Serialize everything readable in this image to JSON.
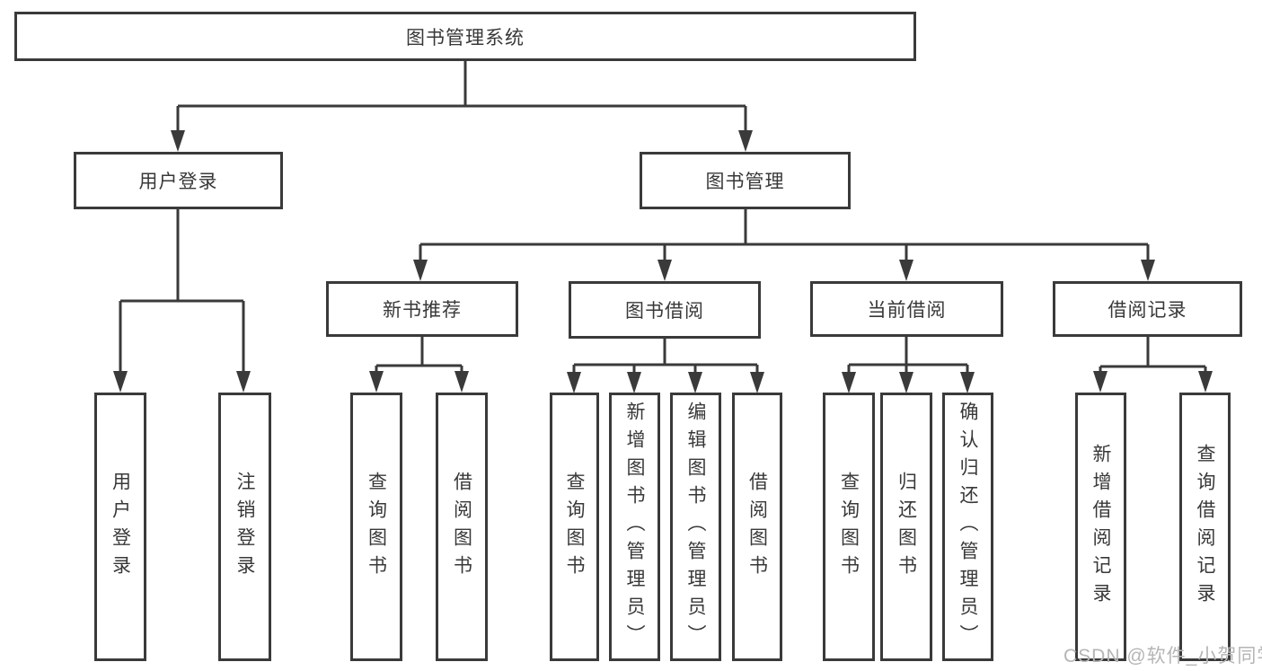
{
  "nodes": {
    "root": "图书管理系统",
    "user_login": "用户登录",
    "book_mgmt": "图书管理",
    "new_book_rec": "新书推荐",
    "book_borrow": "图书借阅",
    "current_borrow": "当前借阅",
    "borrow_records": "借阅记录",
    "login": "用户登录",
    "logout": "注销登录",
    "rec_query_books": "查询图书",
    "rec_borrow_books": "借阅图书",
    "bb_query_books": "查询图书",
    "bb_add_books": "新增图书（管理员）",
    "bb_edit_books": "编辑图书（管理员）",
    "bb_borrow_books": "借阅图书",
    "cb_query_books": "查询图书",
    "cb_return_books": "归还图书",
    "cb_confirm_return": "确认归还（管理员）",
    "br_add_record": "新增借阅记录",
    "br_query_record": "查询借阅记录"
  },
  "watermark": "CSDN @软件_小贺同学",
  "colors": {
    "line": "#3a3a3a",
    "text": "#383838",
    "watermark": "#b5b5b5",
    "background": "#ffffff"
  }
}
